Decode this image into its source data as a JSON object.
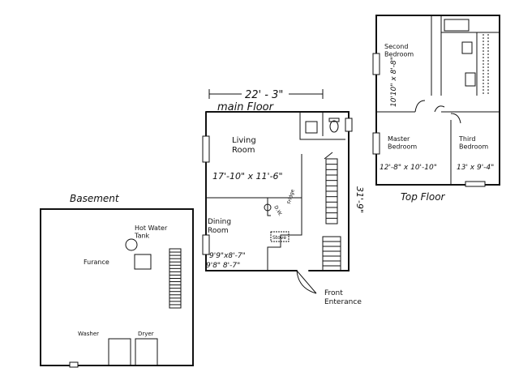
{
  "basement": {
    "title": "Basement",
    "hot_water_tank": "Hot Water\nTank",
    "furnace": "Furance",
    "washer": "Washer",
    "dryer": "Dryer"
  },
  "main_floor": {
    "width_dim": "22' - 3\"",
    "title": "main Floor",
    "side_dim": "31'-9\"",
    "living_room": "Living\nRoom",
    "living_dims": "17'-10\" x 11'-6\"",
    "dining_room": "Dining\nRoom",
    "dining_dims_1": "9'9\"x8'-7\"",
    "dining_dims_2": "9'8\" 8'-7\"",
    "stove": "Stove",
    "dishwasher": "D.W.",
    "fridge": "Fridge",
    "front_entrance": "Front\nEnterance"
  },
  "top_floor": {
    "title": "Top Floor",
    "second_bedroom": "Second\nBedroom",
    "second_dims": "10'10\" x 8'-8\"",
    "master_bedroom": "Master\nBedroom",
    "master_dims": "12'-8\" x 10'-10\"",
    "third_bedroom": "Third\nBedroom",
    "third_dims": "13' x 9'-4\""
  }
}
